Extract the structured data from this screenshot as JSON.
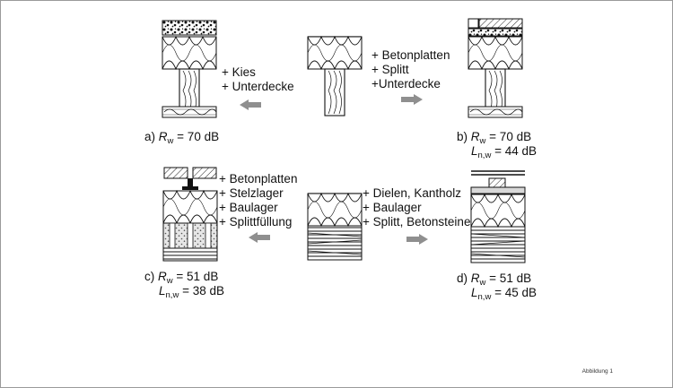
{
  "panels": {
    "a": {
      "additions": [
        "+ Kies",
        "+ Unterdecke"
      ],
      "caption": {
        "letter": "a)",
        "rw_symbol": "R",
        "rw_sub": "w",
        "rw_value": "= 70 dB"
      }
    },
    "b": {
      "additions": [
        "+ Betonplatten",
        "+ Splitt",
        "+Unterdecke"
      ],
      "caption": {
        "letter": "b)",
        "rw_symbol": "R",
        "rw_sub": "w",
        "rw_value": "= 70 dB",
        "ln_symbol": "L",
        "ln_sub": "n,w",
        "ln_value": "= 44 dB"
      }
    },
    "c": {
      "additions": [
        "+ Betonplatten",
        "+ Stelzlager",
        "+ Baulager",
        "+ Splittfüllung"
      ],
      "caption": {
        "letter": "c)",
        "rw_symbol": "R",
        "rw_sub": "w",
        "rw_value": "= 51 dB",
        "ln_symbol": "L",
        "ln_sub": "n,w",
        "ln_value": "= 38 dB"
      }
    },
    "d": {
      "additions": [
        "+ Dielen, Kantholz",
        "+ Baulager",
        "+ Splitt, Betonsteine"
      ],
      "caption": {
        "letter": "d)",
        "rw_symbol": "R",
        "rw_sub": "w",
        "rw_value": "= 51 dB",
        "ln_symbol": "L",
        "ln_sub": "n,w",
        "ln_value": "= 45 dB"
      }
    }
  },
  "footer": {
    "label": "Abbildung 1"
  },
  "colors": {
    "line": "#111111",
    "arrow": "#8f8f8f",
    "frame": "#9a9a9a"
  }
}
